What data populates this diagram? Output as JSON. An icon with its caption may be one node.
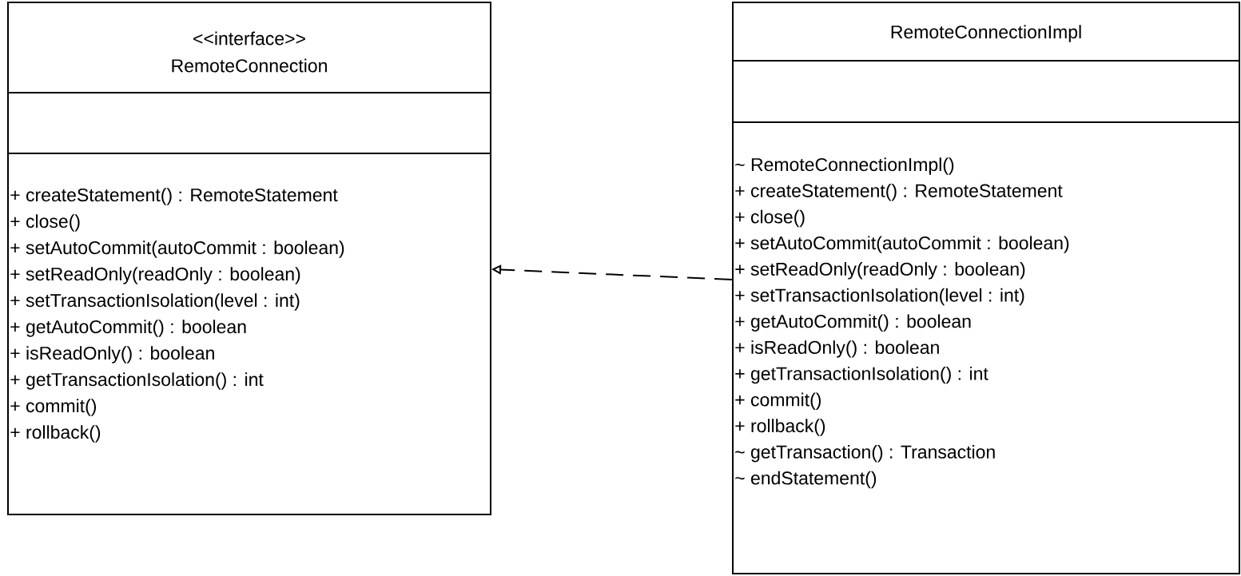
{
  "diagram": {
    "nodes": [
      {
        "text": [
          "<<interface>>",
          "RemoteConnection",
          "+ createStatement() : RemoteStatement",
          "+ close()",
          "+ setAutoCommit(autoCommit : boolean)",
          "+ setReadOnly(readOnly : boolean)",
          "+ setTransactionIsolation(level : int)",
          "+ getAutoCommit() : boolean",
          "+ isReadOnly() : boolean",
          "+ getTransactionIsolation() : int",
          "+ commit()",
          "+ rollback()"
        ]
      },
      {
        "text": [
          "RemoteConnectionImpl",
          "~ RemoteConnectionImpl()",
          "+ createStatement() : RemoteStatement",
          "+ close()",
          "+ setAutoCommit(autoCommit : boolean)",
          "+ setReadOnly(readOnly : boolean)",
          "+ setTransactionIsolation(level : int)",
          "+ getAutoCommit() : boolean",
          "+ isReadOnly() : boolean",
          "+ getTransactionIsolation() : int",
          "+ commit()",
          "+ rollback()",
          "~ getTransaction() : Transaction",
          "~ endStatement()"
        ]
      }
    ],
    "edges": [
      {
        "from": 1,
        "to": 0,
        "arrow": "to",
        "style": "dashed"
      }
    ]
  }
}
